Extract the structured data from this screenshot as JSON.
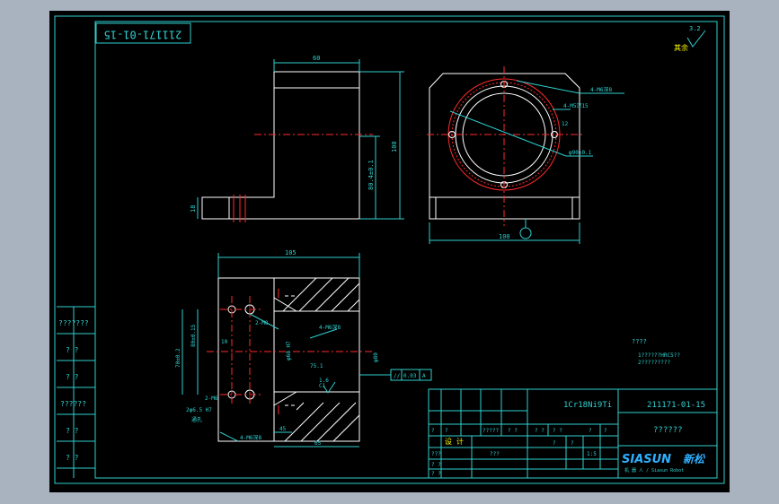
{
  "drawing": {
    "number_rotated": "211171-01-15",
    "number_title": "211171-01-15",
    "material": "1Cr18Ni9Ti",
    "part_name": "??????",
    "surface_mark": "其余",
    "roughness_top": "3.2",
    "roughness_small": "1.6",
    "tech_req_title": "????",
    "tech_req_lines": [
      "1??????HRC5??",
      "2?????????"
    ]
  },
  "side_panel": {
    "labels": [
      "???????",
      "? ?",
      "? ?",
      "??????",
      "? ?",
      "? ?"
    ]
  },
  "title_block": {
    "cells": [
      "?",
      "?",
      "?????",
      "? ?",
      "? ?",
      "? ?",
      "?",
      "?",
      "?"
    ],
    "row_labels": [
      "设 计",
      "??? ",
      "? ?",
      "? ?",
      "? ?"
    ],
    "mid_labels": [
      "???",
      "?",
      "?",
      "1:5"
    ],
    "company_logo": "SIASUN",
    "company_cn": "新松",
    "company_sub": "机 器 人 / Siasun Robot"
  },
  "dimensions": {
    "side_top_width": "60",
    "side_height": "100",
    "side_inner_height": "80.4±0.1",
    "side_flange": "18",
    "front_holes": "4-M6深8",
    "front_bore": "4-M5深15",
    "front_bore_depth": "12",
    "front_circle": "φ90±0.1",
    "front_width": "100",
    "bottom_width": "105",
    "bottom_d1": "80±0.15",
    "bottom_d2": "70±0.2",
    "bottom_hole_top": "2-M8",
    "bottom_hole_bot": "2-M6",
    "bottom_hole_bot2": "2φ6.5 H7",
    "bottom_hole_bot3": "通孔",
    "bottom_small": "10",
    "bottom_d3": "φ60 H7",
    "bottom_d4": "75.1",
    "bottom_d5": "φ80",
    "bottom_label": "4-M6深8",
    "bottom_chamfer": "C1",
    "bottom_w1": "45",
    "bottom_w2": "65",
    "tolerance_sym": "//",
    "tolerance_val": "0.03",
    "datum": "A"
  },
  "colors": {
    "background": "#000000",
    "frame": "#2fd0d0",
    "geometry": "#ffffff",
    "centerline": "#ff2a2a"
  }
}
